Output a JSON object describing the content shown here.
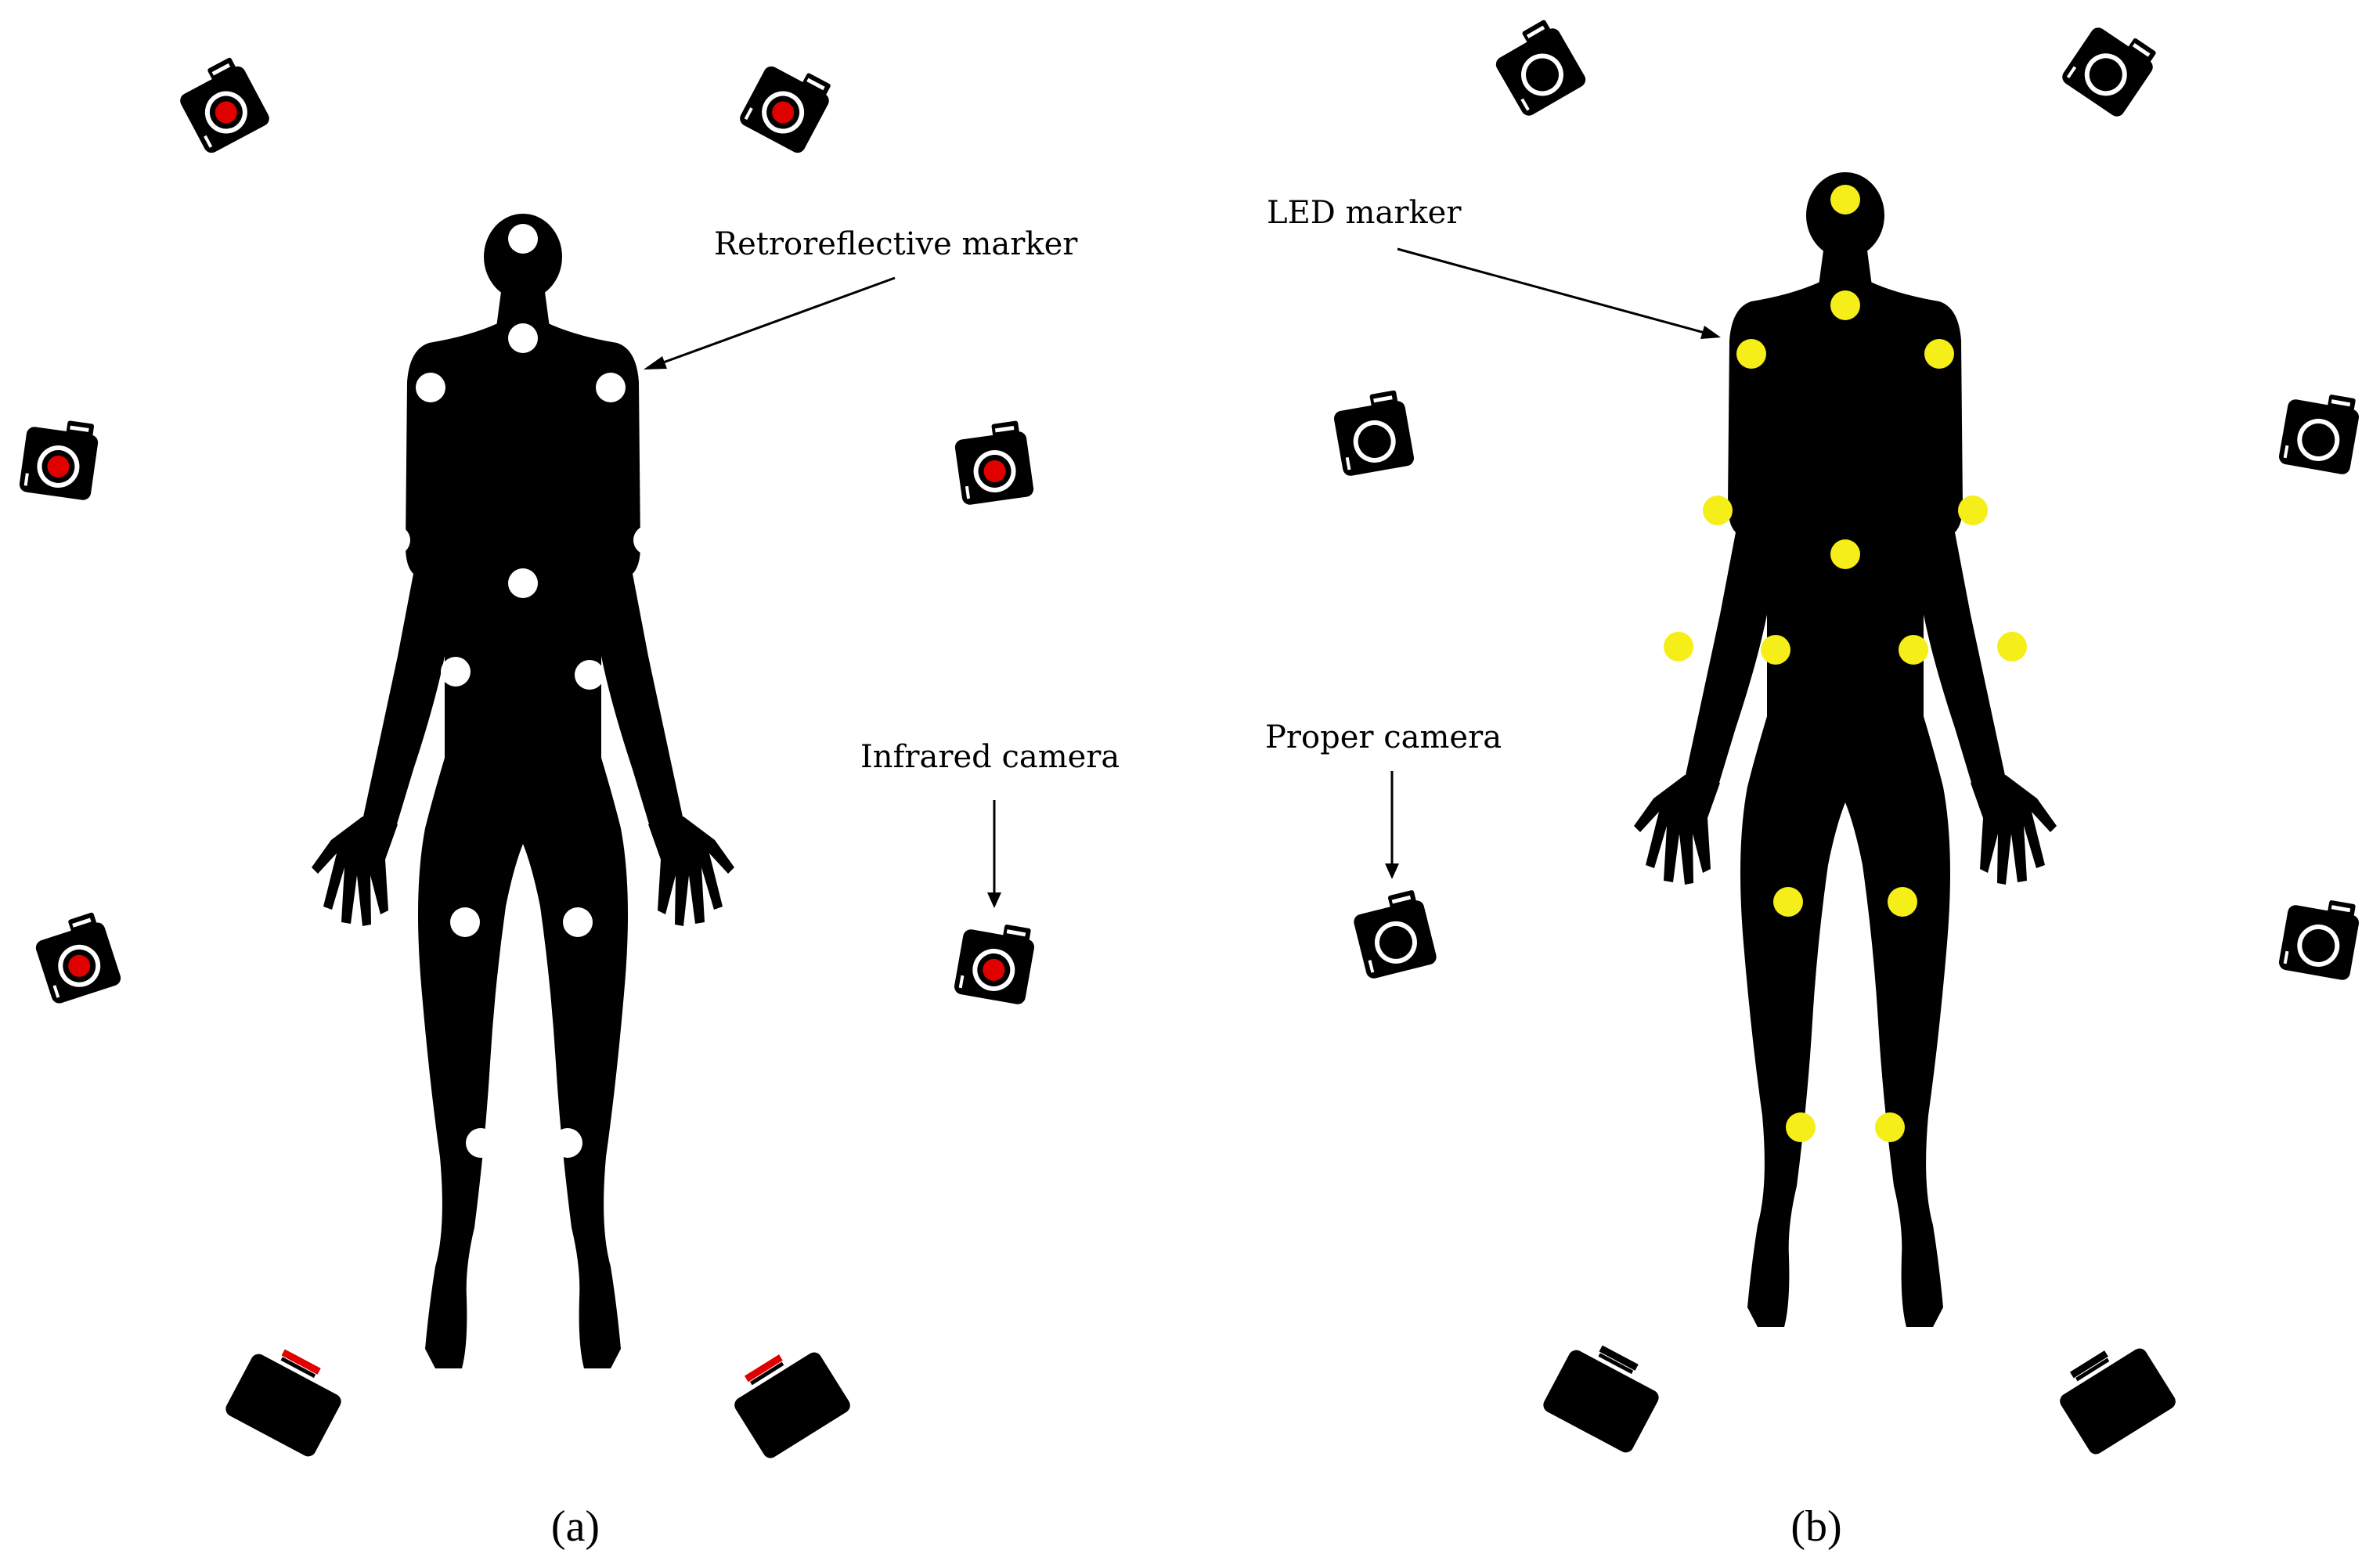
{
  "panels": [
    {
      "id": "a",
      "caption": "(a)",
      "marker_label": "Retroreflective marker",
      "camera_label": "Infrared camera",
      "marker_color": "#ffffff",
      "lens_color": "#e10000",
      "lens_ring_color": "#ffffff",
      "camera_strap_color": "#e10000"
    },
    {
      "id": "b",
      "caption": "(b)",
      "marker_label": "LED marker",
      "camera_label": "Proper camera",
      "marker_color": "#f5ee18",
      "lens_color": "#000000",
      "lens_ring_color": "#ffffff",
      "camera_strap_color": "#000000"
    }
  ],
  "colors": {
    "silhouette": "#000000",
    "background": "#ffffff",
    "arrow": "#000000"
  },
  "icons": {
    "camera": "camera-icon",
    "person": "human-silhouette"
  }
}
